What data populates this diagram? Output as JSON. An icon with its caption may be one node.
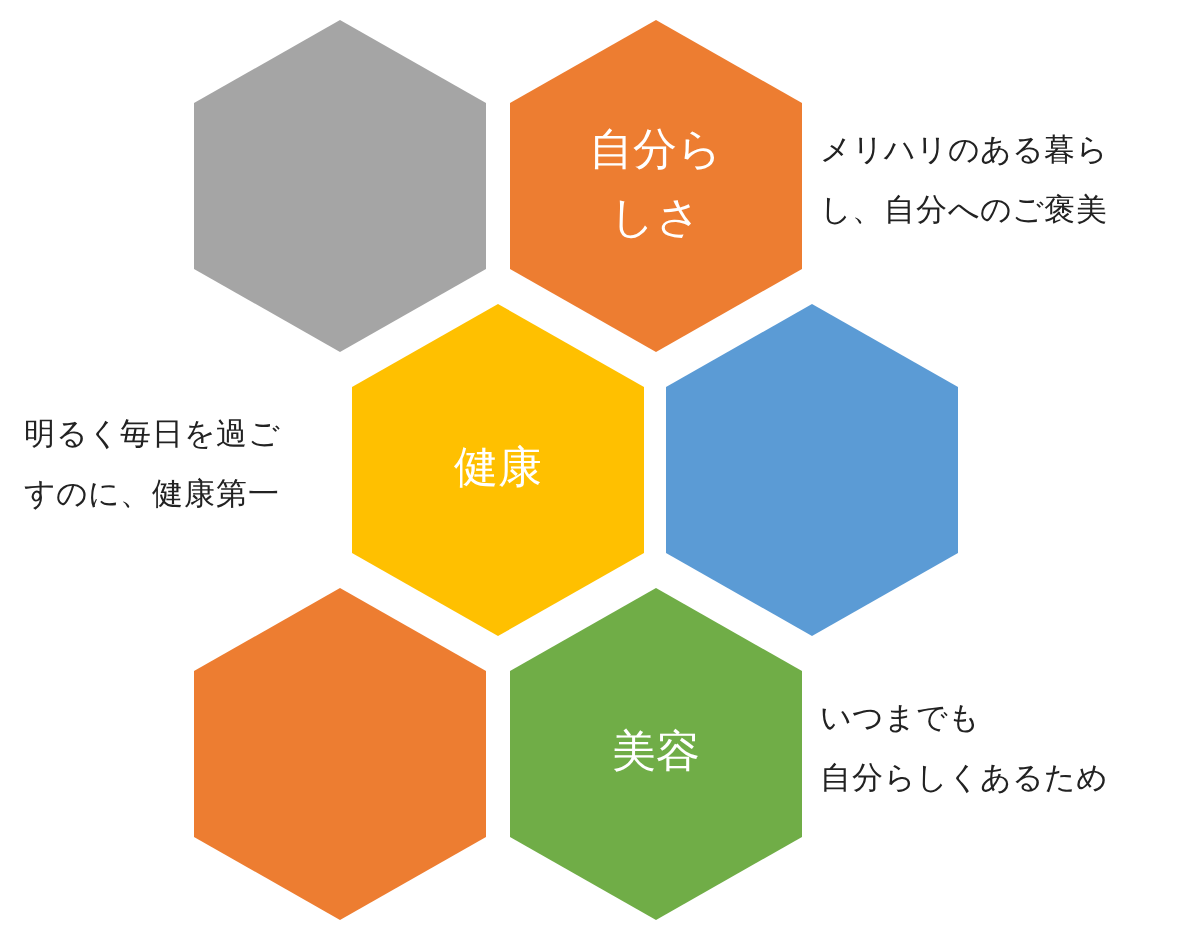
{
  "diagram": {
    "nodes": [
      {
        "text": [],
        "shape": "hexagon"
      },
      {
        "text": [
          "自分らしさ"
        ],
        "beside": [
          "メリハリのある暮らし、自分へのご褒美"
        ]
      },
      {
        "text": [
          "健康"
        ],
        "beside": [
          "明るく毎日を過ごすのに、健康第一"
        ]
      },
      {
        "text": [],
        "shape": "hexagon"
      },
      {
        "text": [],
        "shape": "hexagon"
      },
      {
        "text": [
          "美容"
        ],
        "beside": [
          "いつまでも",
          "自分らしくあるため"
        ]
      }
    ]
  }
}
